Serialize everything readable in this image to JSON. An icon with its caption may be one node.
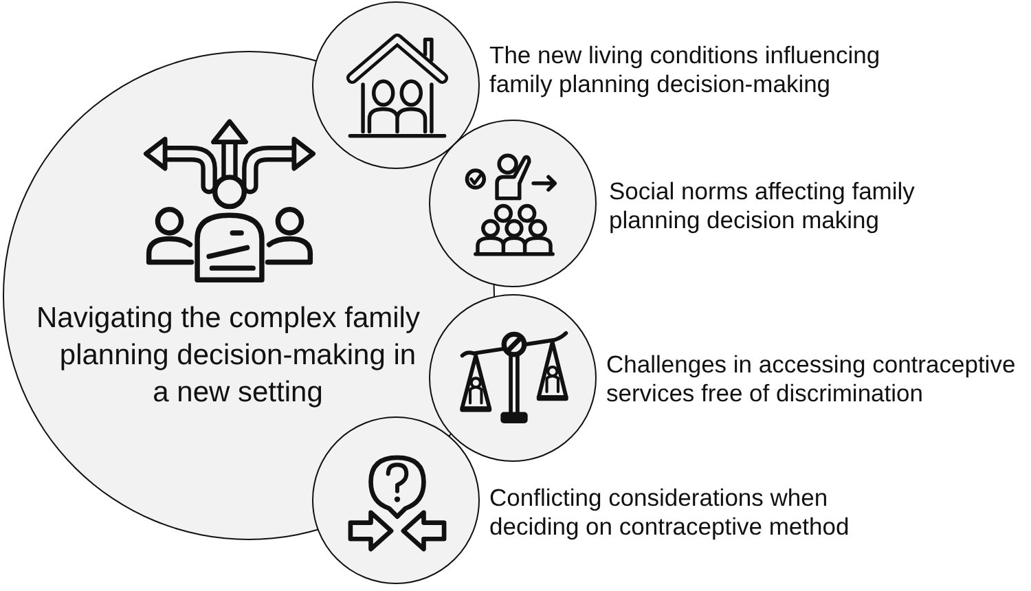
{
  "diagram": {
    "nodes": [
      {
        "text": [
          "Navigating the complex family planning decision-making in a new setting"
        ]
      },
      {
        "text": [],
        "shape": "circle",
        "beside": [
          "The new living conditions influencing family planning decision-making"
        ]
      },
      {
        "text": [],
        "shape": "circle",
        "beside": [
          "Social norms affecting family planning decision making"
        ]
      },
      {
        "text": [],
        "shape": "circle",
        "beside": [
          "Challenges in accessing contraceptive services free of discrimination"
        ]
      },
      {
        "text": [],
        "shape": "circle",
        "beside": [
          "Conflicting considerations when deciding on contraceptive method"
        ]
      }
    ]
  }
}
